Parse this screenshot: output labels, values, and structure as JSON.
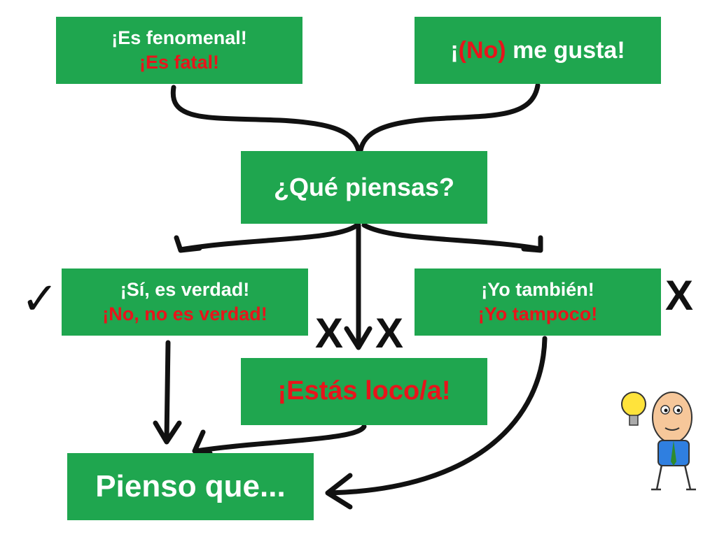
{
  "boxes": {
    "top_left": {
      "line1": "¡Es fenomenal!",
      "line2": "¡Es fatal!"
    },
    "top_right": {
      "open": "¡",
      "neg": "(No)",
      "rest": " me gusta!"
    },
    "center": {
      "text": "¿Qué piensas?"
    },
    "mid_left": {
      "line1": "¡Sí, es verdad!",
      "line2": "¡No, no es verdad!"
    },
    "mid_right": {
      "line1": "¡Yo también!",
      "line2": "¡Yo tampoco!"
    },
    "crazy": {
      "text": "¡Estás loco/a!"
    },
    "final": {
      "text": "Pienso que..."
    }
  },
  "marks": {
    "check": "✓",
    "cross": "X"
  },
  "colors": {
    "box": "#1fa64f",
    "accent": "#e8141b",
    "text": "#ffffff"
  }
}
